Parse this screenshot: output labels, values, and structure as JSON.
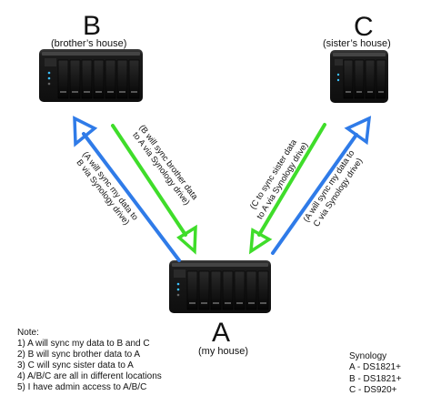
{
  "sites": {
    "b": {
      "letter": "B",
      "caption": "(brother’s house)"
    },
    "c": {
      "letter": "C",
      "caption": "(sister’s house)"
    },
    "a": {
      "letter": "A",
      "caption": "(my house)"
    }
  },
  "arrows": {
    "a_to_b": {
      "line1": "(A will sync my data to",
      "line2": "B via Synology drive)",
      "color": "#2f7be8"
    },
    "b_to_a": {
      "line1": "(B will sync brother data",
      "line2": "to A via Synology drive)",
      "color": "#3fdd2a"
    },
    "c_to_a": {
      "line1": "(C to sync sister data",
      "line2": "to A via Synology drive)",
      "color": "#3fdd2a"
    },
    "a_to_c": {
      "line1": "(A will sync my data to",
      "line2": "C via Synology drive)",
      "color": "#2f7be8"
    }
  },
  "notes": {
    "heading": "Note:",
    "items": [
      "1) A will sync my data to B and C",
      "2) B will sync brother data to A",
      "3) C will sync sister data to A",
      "4) A/B/C are all in different locations",
      "5) I have admin access to A/B/C"
    ]
  },
  "synology": {
    "heading": "Synology",
    "models": [
      "A - DS1821+",
      "B - DS1821+",
      "C - DS920+"
    ]
  }
}
